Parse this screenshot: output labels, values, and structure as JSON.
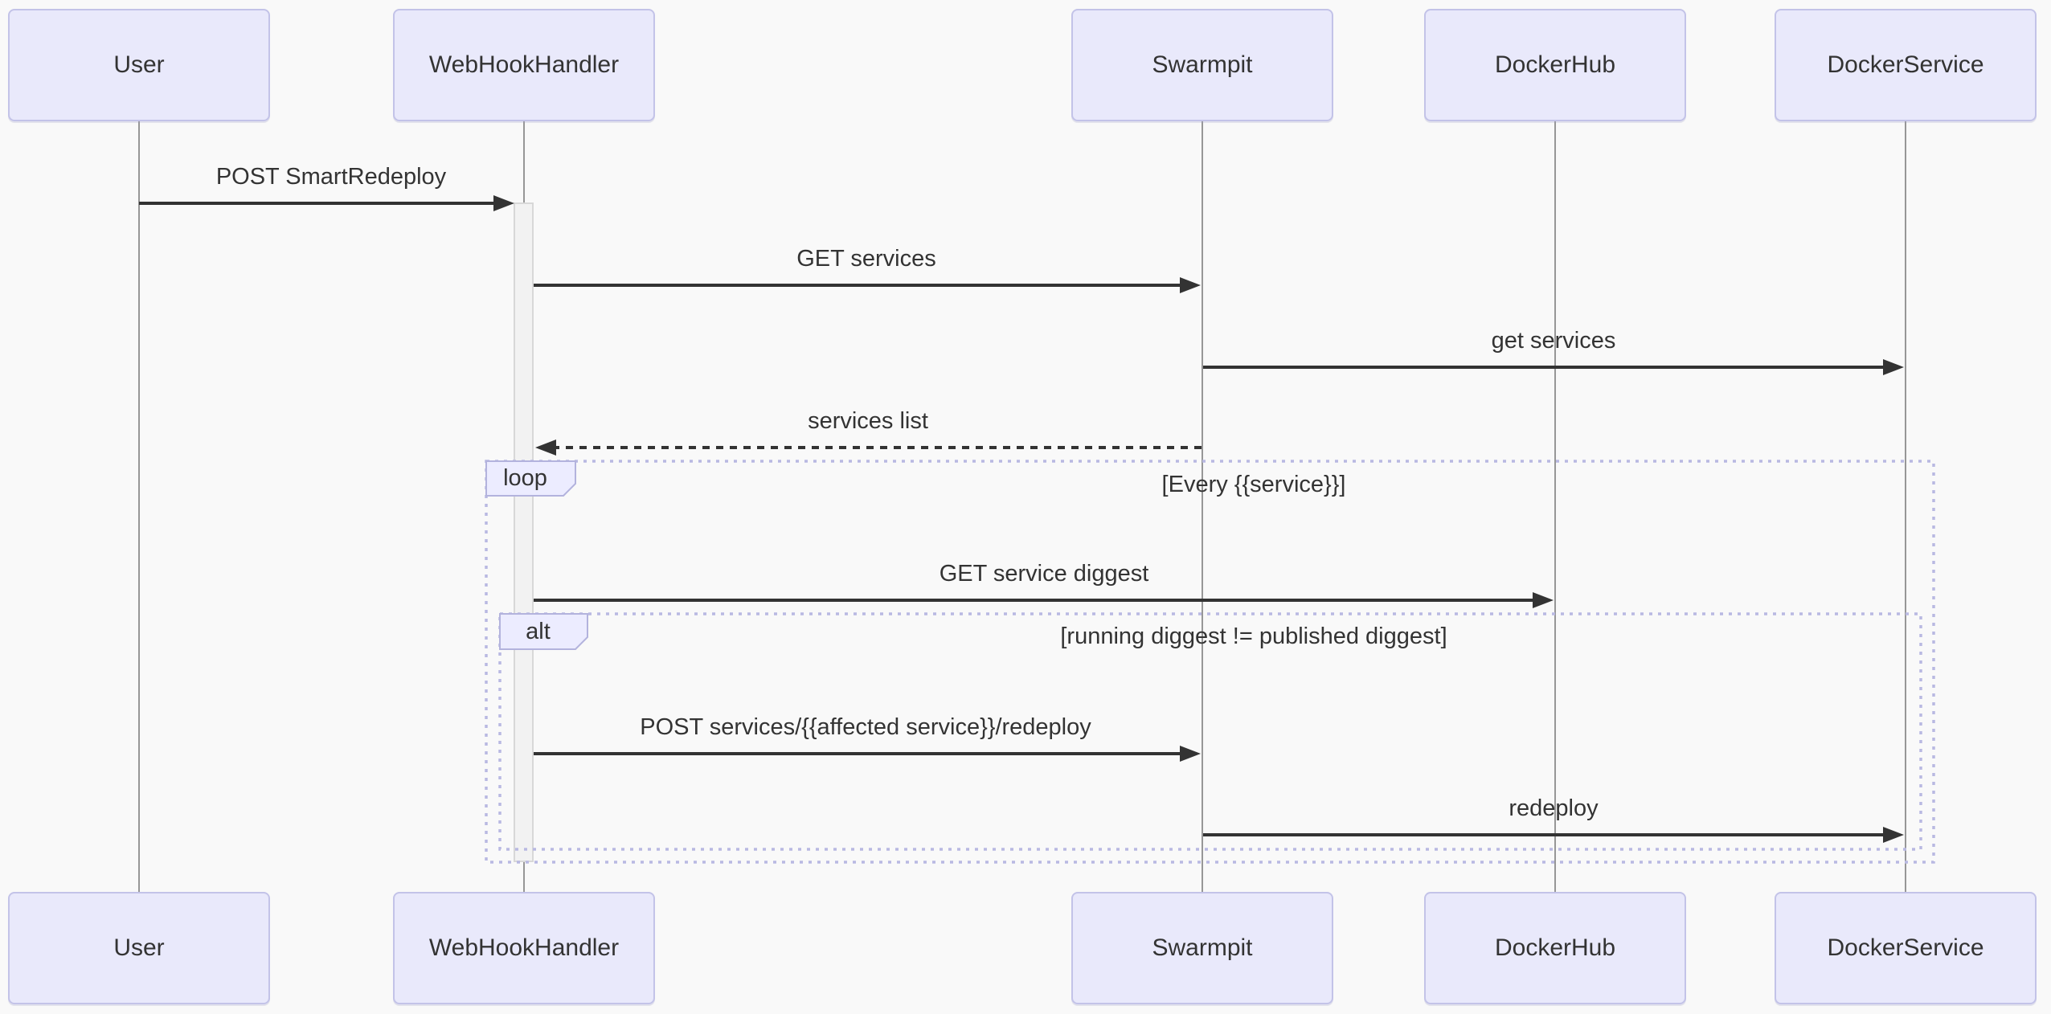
{
  "diagram": {
    "type": "sequence-diagram",
    "actors": [
      {
        "name": "User"
      },
      {
        "name": "WebHookHandler"
      },
      {
        "name": "Swarmpit"
      },
      {
        "name": "DockerHub"
      },
      {
        "name": "DockerService"
      }
    ],
    "messages": [
      {
        "label": "POST SmartRedeploy",
        "from": "User",
        "to": "WebHookHandler",
        "line": "solid"
      },
      {
        "label": "GET services",
        "from": "WebHookHandler",
        "to": "Swarmpit",
        "line": "solid"
      },
      {
        "label": "get services",
        "from": "Swarmpit",
        "to": "DockerService",
        "line": "solid"
      },
      {
        "label": "services list",
        "from": "Swarmpit",
        "to": "WebHookHandler",
        "line": "dashed"
      },
      {
        "label": "GET service diggest",
        "from": "WebHookHandler",
        "to": "DockerHub",
        "line": "solid"
      },
      {
        "label": "POST services/{{affected service}}/redeploy",
        "from": "WebHookHandler",
        "to": "Swarmpit",
        "line": "solid"
      },
      {
        "label": "redeploy",
        "from": "Swarmpit",
        "to": "DockerService",
        "line": "solid"
      }
    ],
    "fragments": [
      {
        "tag": "loop",
        "condition": "[Every {{service}}]"
      },
      {
        "tag": "alt",
        "condition": "[running diggest != published diggest]"
      }
    ],
    "colors": {
      "background": "#f9f9f9",
      "actor_fill": "#e9e9fb",
      "actor_border": "#c3c3e8",
      "lifeline": "#979797",
      "arrow": "#333333",
      "text": "#333333",
      "fragment_border": "#b9b9e2",
      "fragment_tag_fill": "#ececff",
      "activation_fill": "#f2f2f2",
      "activation_border": "#d8d8d8"
    }
  }
}
